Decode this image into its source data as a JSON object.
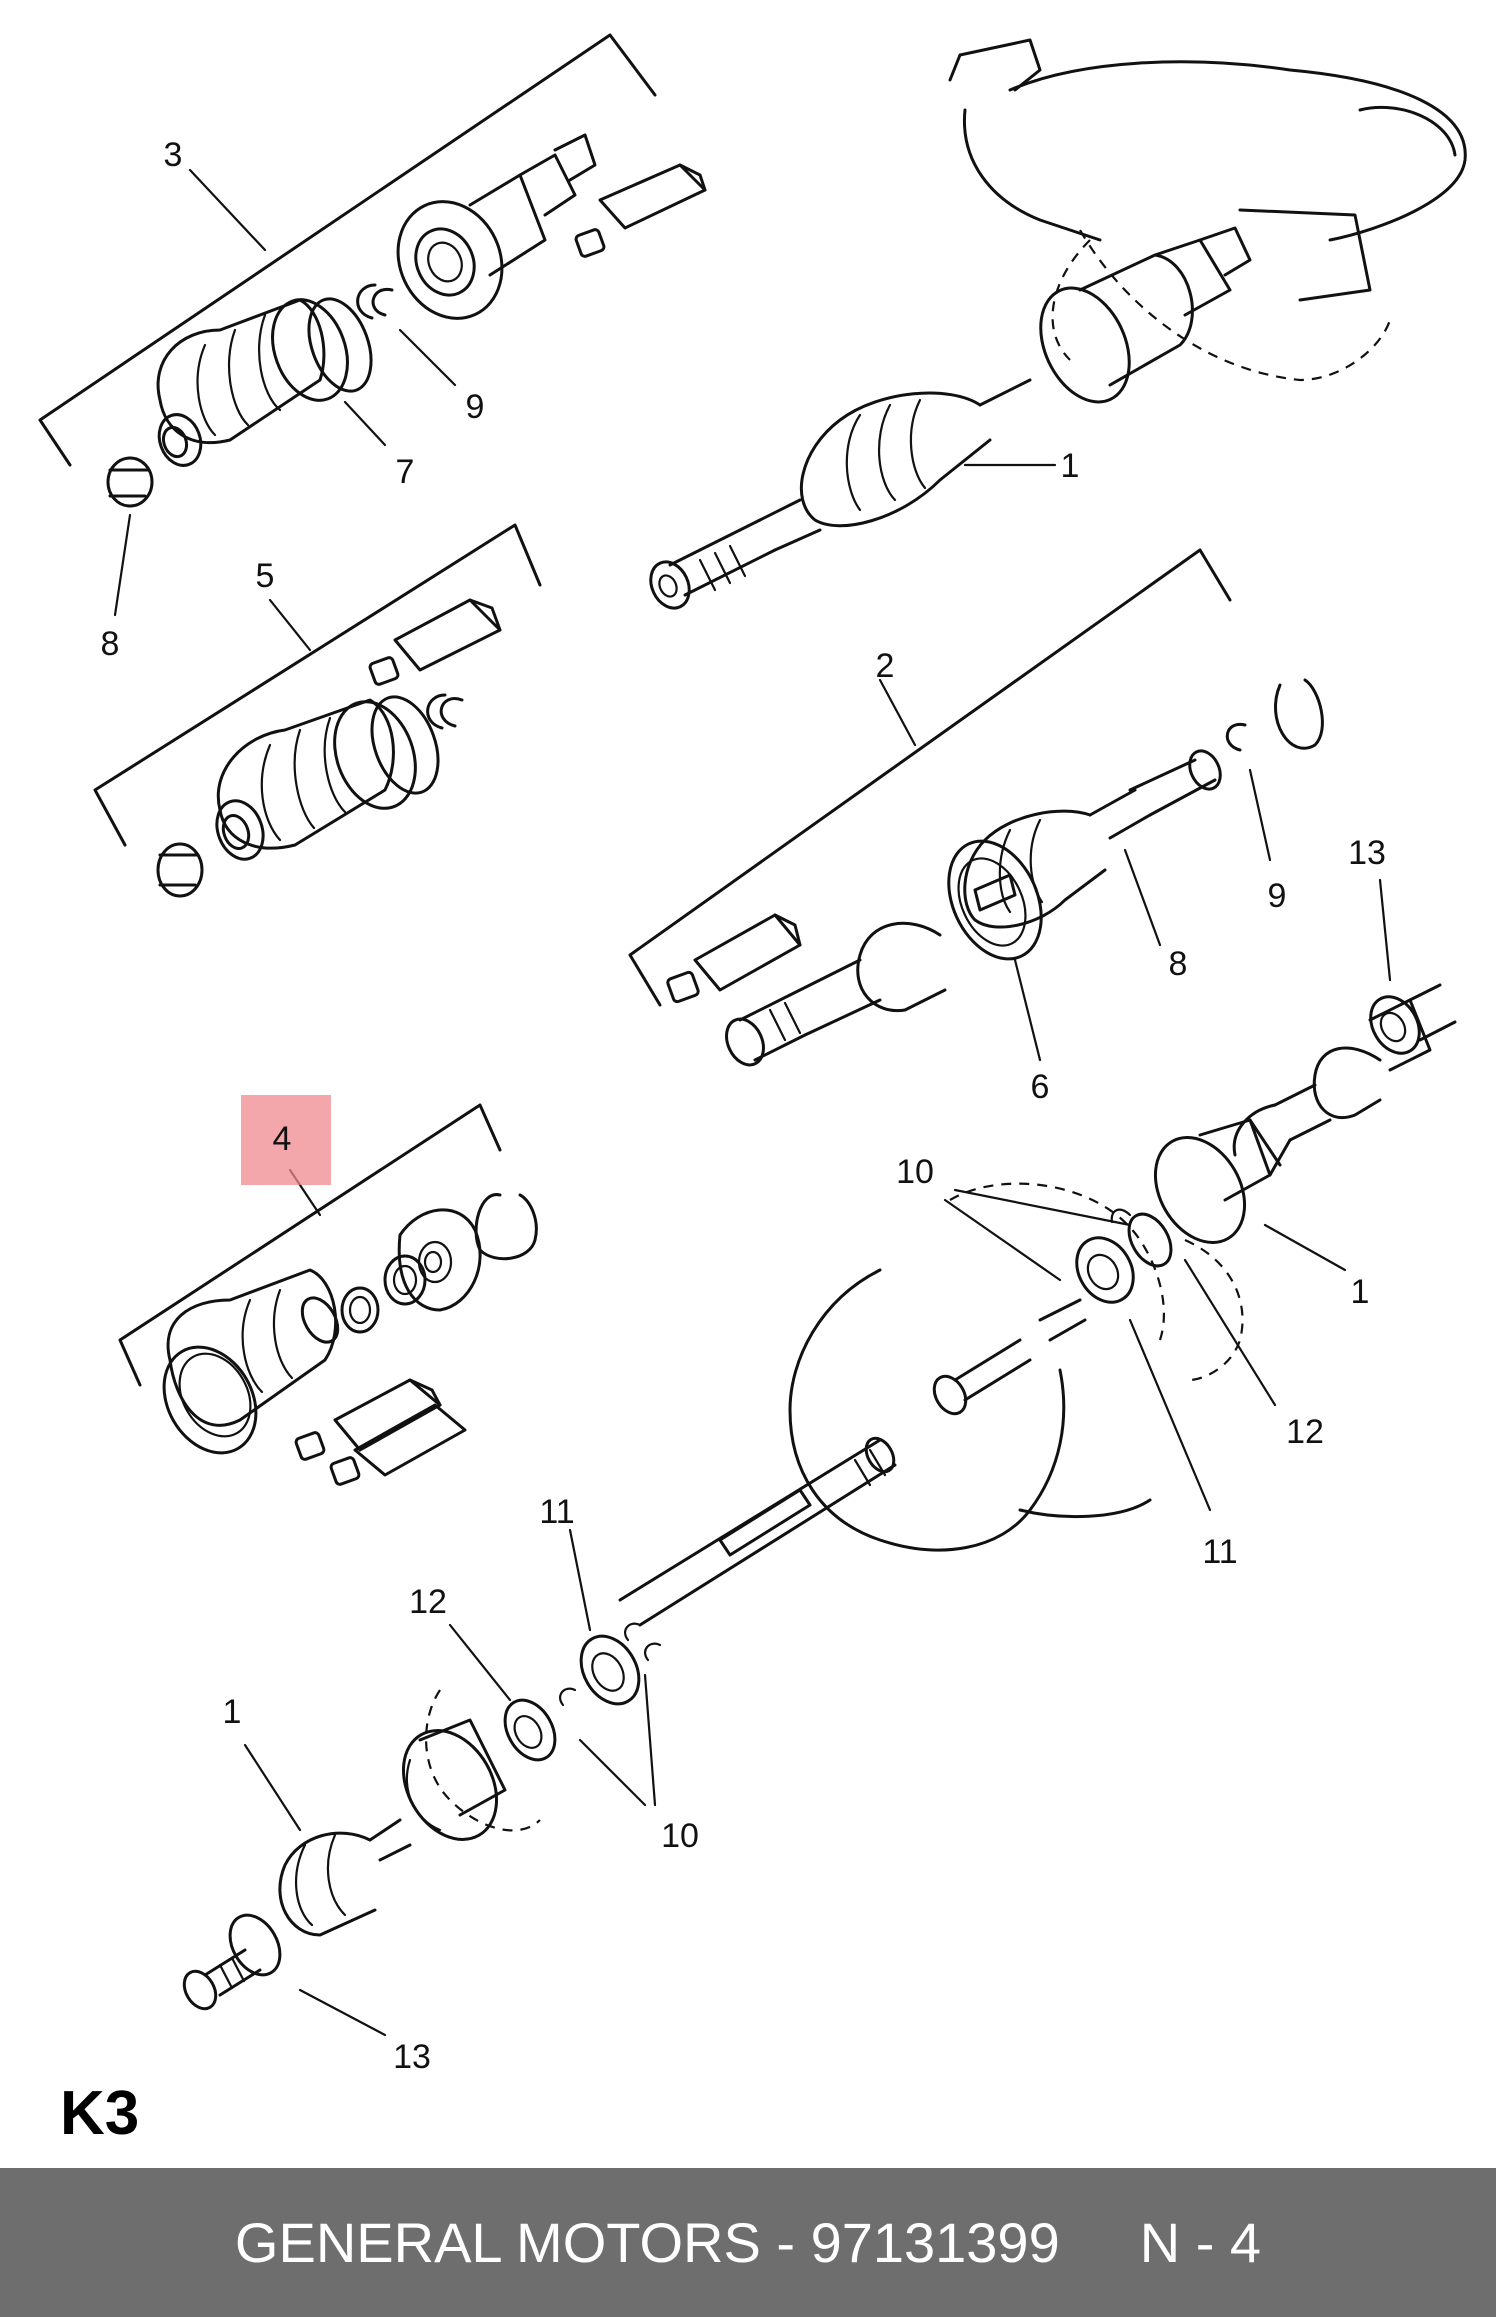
{
  "callouts": [
    {
      "id": "c3-top",
      "text": "3"
    },
    {
      "id": "c9-a",
      "text": "9"
    },
    {
      "id": "c7",
      "text": "7"
    },
    {
      "id": "c8-a",
      "text": "8"
    },
    {
      "id": "c1-top",
      "text": "1"
    },
    {
      "id": "c5",
      "text": "5"
    },
    {
      "id": "c2",
      "text": "2"
    },
    {
      "id": "c9-b",
      "text": "9"
    },
    {
      "id": "c8-b",
      "text": "8"
    },
    {
      "id": "c6",
      "text": "6"
    },
    {
      "id": "c13-top",
      "text": "13"
    },
    {
      "id": "c4",
      "text": "4",
      "highlighted": true
    },
    {
      "id": "c10-top",
      "text": "10"
    },
    {
      "id": "c1-mid",
      "text": "1"
    },
    {
      "id": "c12-right",
      "text": "12"
    },
    {
      "id": "c11-right",
      "text": "11"
    },
    {
      "id": "c11-left",
      "text": "11"
    },
    {
      "id": "c12-left",
      "text": "12"
    },
    {
      "id": "c1-bottom",
      "text": "1"
    },
    {
      "id": "c10-bottom",
      "text": "10"
    },
    {
      "id": "c13-bottom",
      "text": "13"
    }
  ],
  "sheet_code": "K3",
  "footer": {
    "brand_part": "GENERAL MOTORS - 97131399",
    "page_ref": "N - 4"
  },
  "colors": {
    "highlight": "#f08a8d",
    "footer_bg": "#6e6e6e",
    "footer_text": "#ffffff",
    "line": "#111111"
  }
}
